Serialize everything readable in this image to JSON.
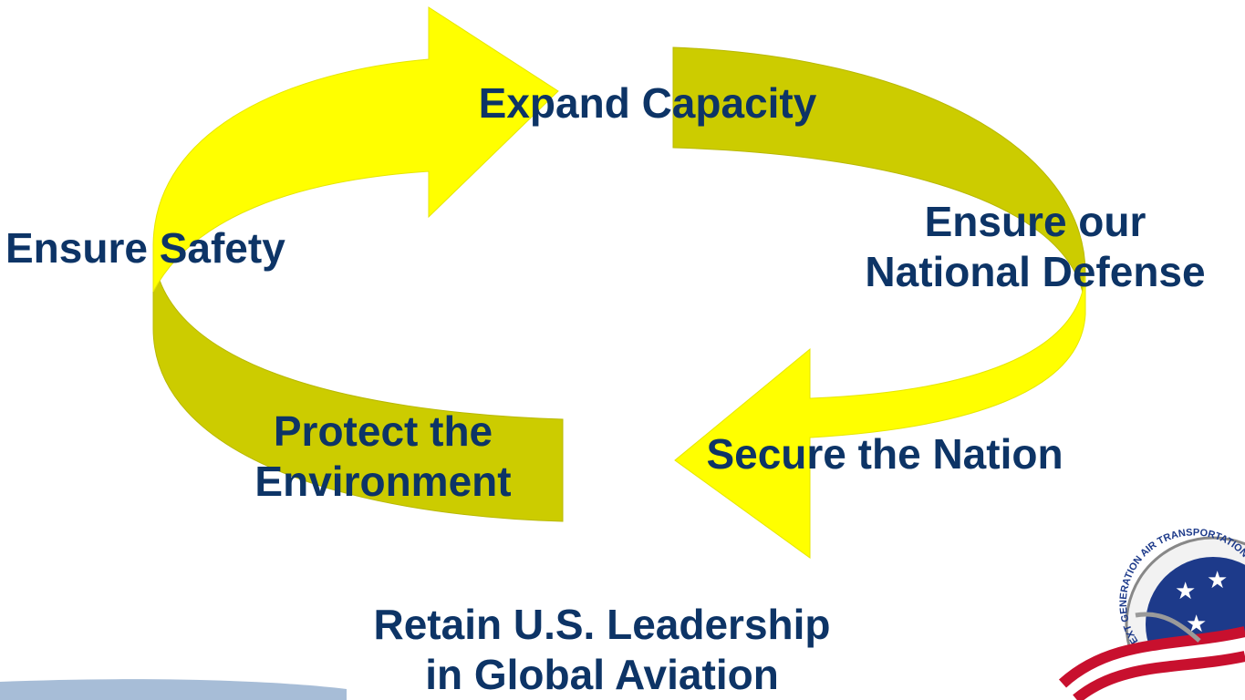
{
  "diagram": {
    "goals": {
      "expand_capacity": "Expand Capacity",
      "ensure_safety": "Ensure Safety",
      "national_defense_line1": "Ensure our",
      "national_defense_line2": "National Defense",
      "secure_nation": "Secure the Nation",
      "environment_line1": "Protect the",
      "environment_line2": "Environment"
    },
    "center_goal": {
      "line1": "Retain U.S. Leadership",
      "line2": "in Global Aviation"
    }
  },
  "seal": {
    "icon": "next-generation-air-transportation-seal-icon",
    "arc_text": "NEXT GENERATION AIR TRANSPORTATION"
  },
  "colors": {
    "arrow_front": "#ffff00",
    "arrow_back": "#cccc00",
    "text": "#0d3466",
    "seal_blue": "#1d3a8a",
    "stripe_red": "#c8102e",
    "strip_blue": "#5f86b6"
  }
}
